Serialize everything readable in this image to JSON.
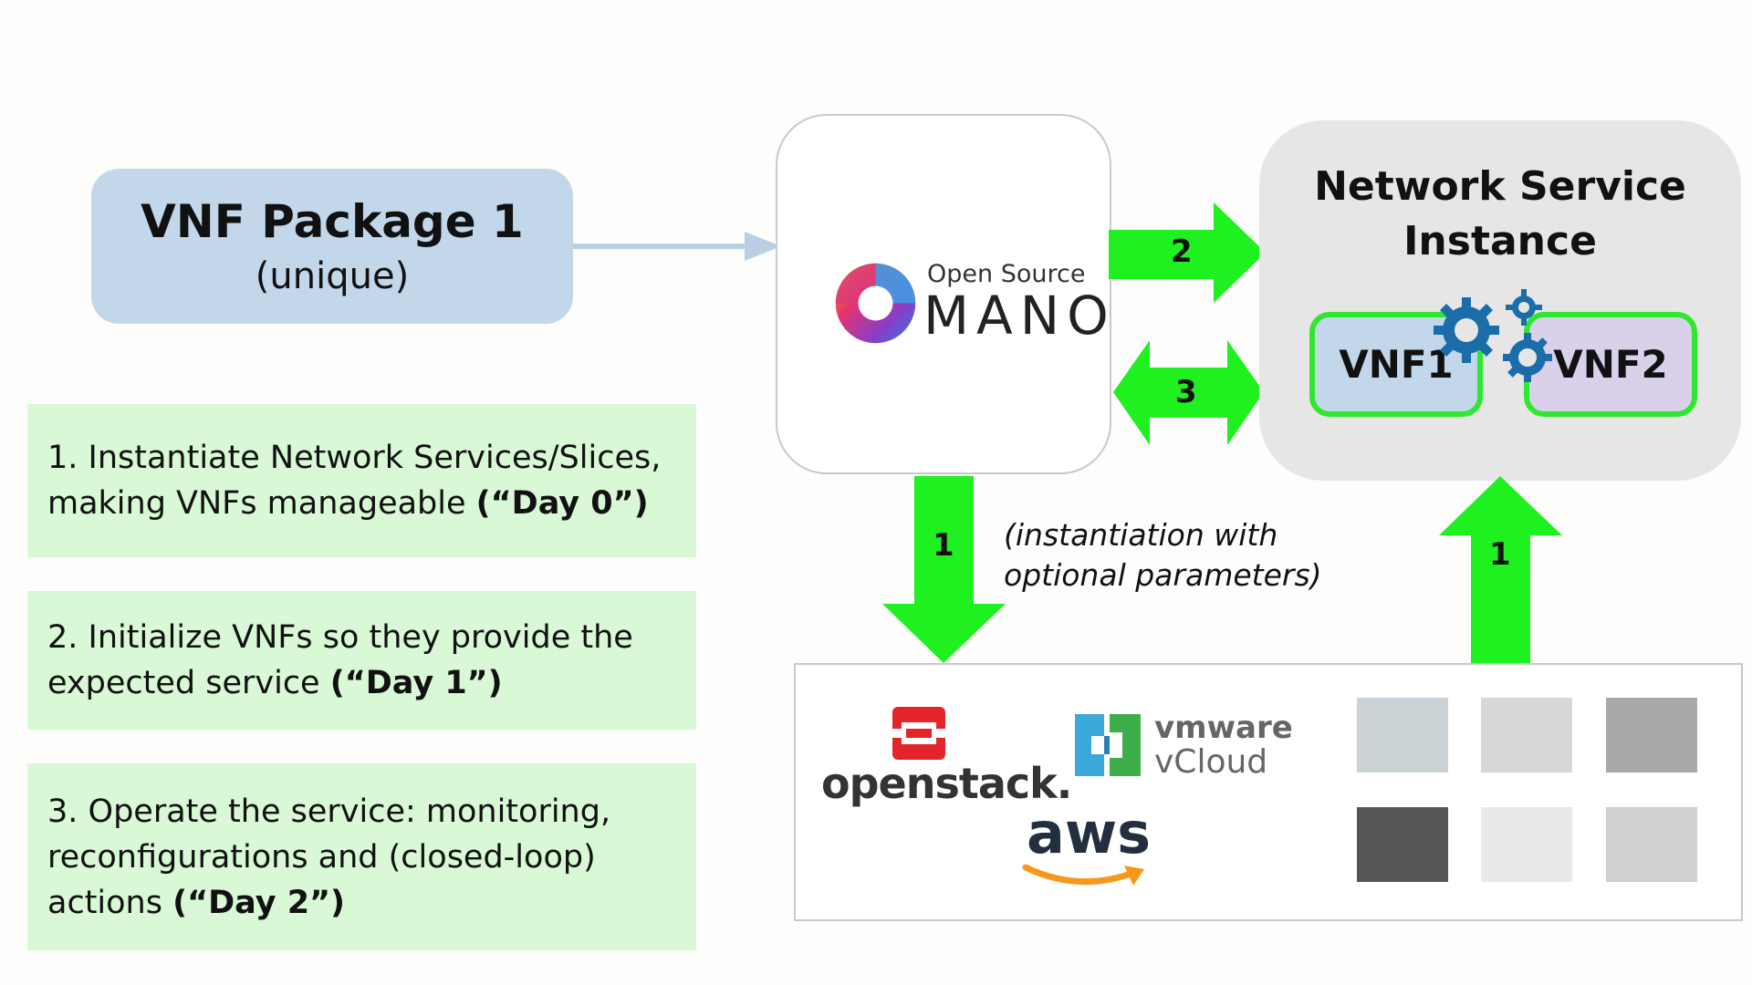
{
  "package": {
    "title": "VNF Package 1",
    "subtitle": "(unique)"
  },
  "steps": [
    {
      "text": "1. Instantiate Network Services/Slices, making VNFs manageable ",
      "bold": "(“Day 0”)"
    },
    {
      "text": "2. Initialize VNFs so they provide the expected service ",
      "bold": "(“Day 1”)"
    },
    {
      "text": "3. Operate the service: monitoring, reconfigurations and (closed-loop) actions ",
      "bold": "(“Day 2”)"
    }
  ],
  "mano": {
    "small": "Open Source",
    "big": "MANO"
  },
  "nsi": {
    "title_line1": "Network Service",
    "title_line2": "Instance",
    "vnf1": "VNF1",
    "vnf2": "VNF2"
  },
  "arrows": {
    "a2": "2",
    "a3": "3",
    "down1": "1",
    "up1": "1"
  },
  "annotation": {
    "line1": "(instantiation with",
    "line2": "optional parameters)"
  },
  "infra": {
    "openstack": "openstack.",
    "vmware": "vmware",
    "vcloud": "vCloud",
    "aws": "aws"
  },
  "colors": {
    "arrow_green": "#1ff01f",
    "package_blue": "#c3d7eb",
    "step_green": "#d8f8d6",
    "gear_blue": "#1a6da8",
    "openstack_red": "#e3242b",
    "aws_orange": "#f7981d"
  },
  "tile_colors": [
    "#cbd2d6",
    "#d7d7d7",
    "#a9a9a9",
    "#555555",
    "#e9e9e9",
    "#d0d0d0"
  ]
}
